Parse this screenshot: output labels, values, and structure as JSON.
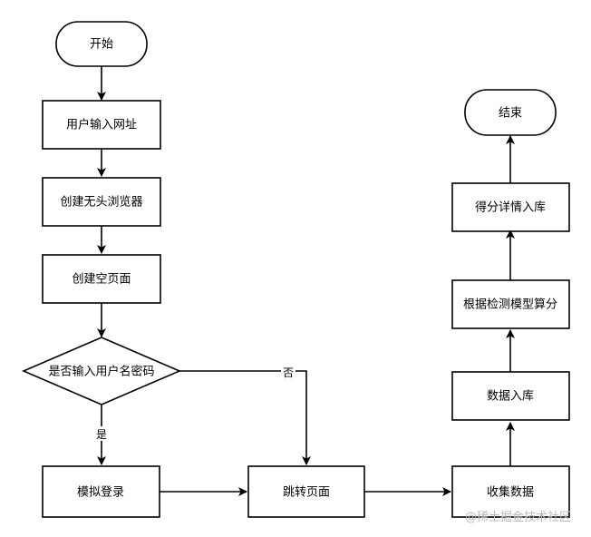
{
  "nodes": {
    "start": "开始",
    "enter_url": "用户输入网址",
    "create_browser": "创建无头浏览器",
    "create_page": "创建空页面",
    "decision": "是否输入用户名密码",
    "simulate_login": "模拟登录",
    "jump_page": "跳转页面",
    "collect_data": "收集数据",
    "store_data": "数据入库",
    "compute_score": "根据检测模型算分",
    "store_score": "得分详情入库",
    "end": "结束"
  },
  "edge_labels": {
    "yes": "是",
    "no": "否"
  },
  "watermark": "@稀土掘金技术社区"
}
